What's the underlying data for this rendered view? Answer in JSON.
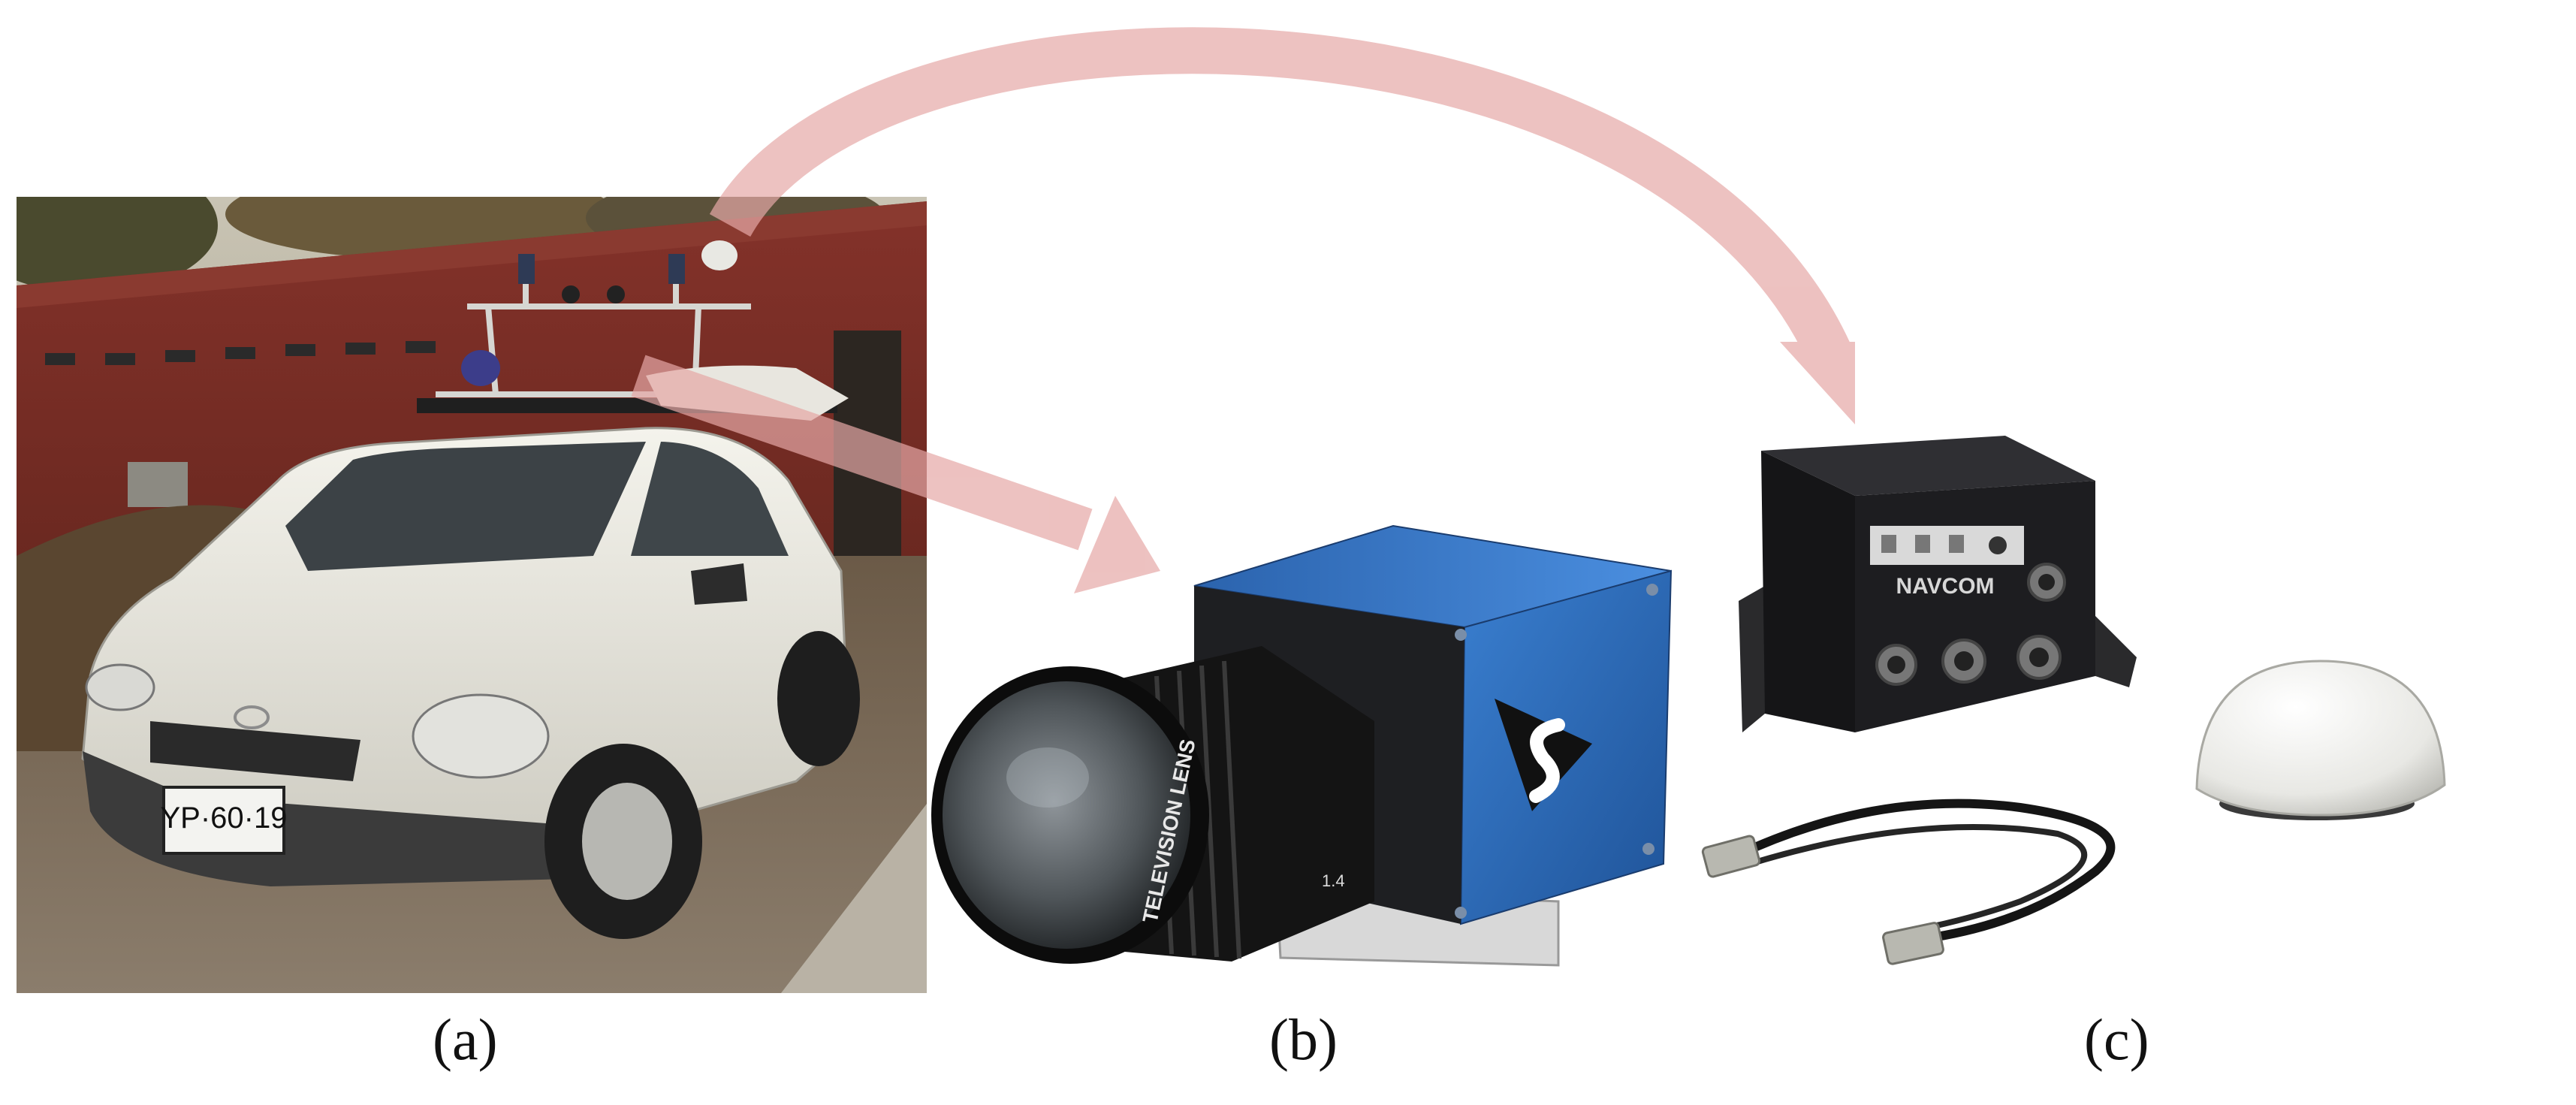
{
  "figure": {
    "panels": [
      {
        "id": "a",
        "label": "(a)",
        "content": "Toyota hatchback with roof-mounted sensor rack (cameras and GPS antenna)"
      },
      {
        "id": "b",
        "label": "(b)",
        "content": "Industrial camera with TELEVISION LENS"
      },
      {
        "id": "c",
        "label": "(c)",
        "content": "NavCom GPS receiver, antenna cable and dome antenna"
      }
    ],
    "plate_text": "YP·60·19",
    "lens_text": "TELEVISION LENS",
    "receiver_brand": "NAVCOM",
    "colors": {
      "arrow": "#e6a8a6",
      "brick": "#7a2d24",
      "camera_blue": "#2f6db5",
      "car_white": "#ecebe3",
      "receiver_black": "#1b1b1d"
    }
  }
}
